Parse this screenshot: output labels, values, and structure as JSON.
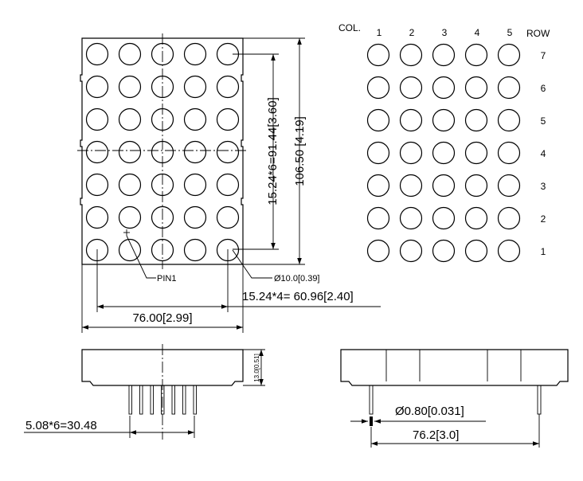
{
  "front_view": {
    "vertical_pitch": "15.24*6=91.44[3.60]",
    "total_height": "106.50 [4.19]",
    "pin1": "PIN1",
    "diameter": "Ø10.0[0.39]",
    "horizontal_pitch": "15.24*4= 60.96[2.40]",
    "total_width": "76.00[2.99]"
  },
  "side_view": {
    "thickness": "13.0[0.51]",
    "pin_pitch": "5.08*6=30.48"
  },
  "end_view": {
    "pin_diameter": "Ø0.80[0.031]",
    "span": "76.2[3.0]"
  },
  "matrix": {
    "col_header": "COL.",
    "row_header": "ROW",
    "cols": [
      "1",
      "2",
      "3",
      "4",
      "5"
    ],
    "rows": [
      "7",
      "6",
      "5",
      "4",
      "3",
      "2",
      "1"
    ]
  }
}
